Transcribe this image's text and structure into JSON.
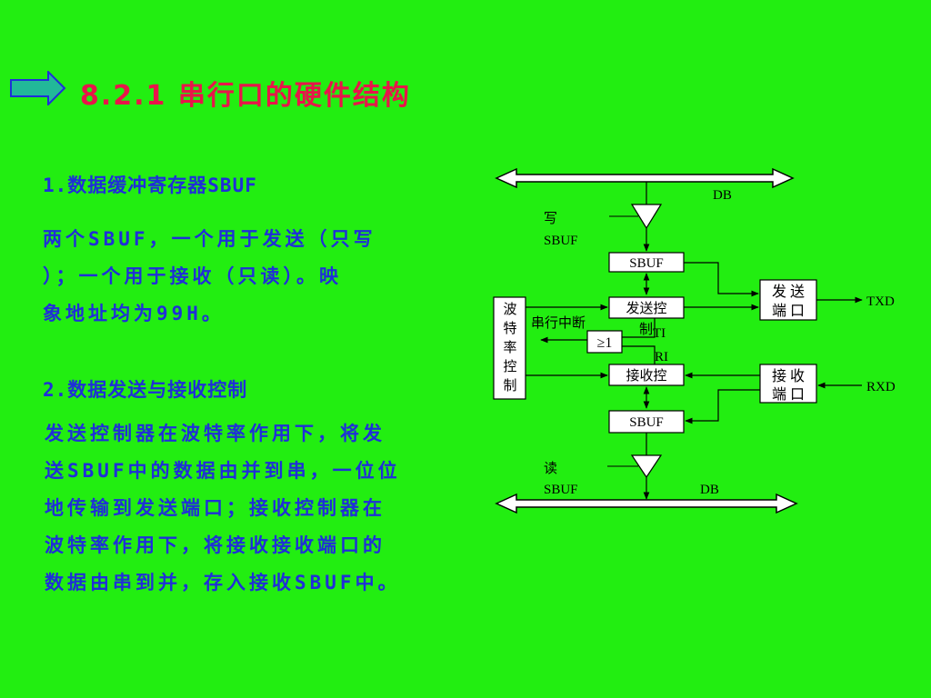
{
  "colors": {
    "background": "#22ee11",
    "title": "#e8154a",
    "body_text": "#1f2fd8",
    "arrow_fill": "#22b899"
  },
  "title": "8.2.1 串行口的硬件结构",
  "section1": {
    "heading": "1.数据缓冲寄存器SBUF",
    "lines": [
      "两个SBUF，一个用于发送（只写",
      "）；一个用于接收（只读）。映",
      "象地址均为99H。"
    ]
  },
  "section2": {
    "heading": "2.数据发送与接收控制",
    "lines": [
      "发送控制器在波特率作用下，将发",
      "送SBUF中的数据由并到串，一位位",
      "地传输到发送端口；接收控制器在",
      "波特率作用下，将接收接收端口的",
      "数据由串到并，存入接收SBUF中。"
    ]
  },
  "diagram": {
    "db_top": "DB",
    "db_bottom": "DB",
    "write_label": [
      "写",
      "SBUF"
    ],
    "read_label": [
      "读",
      "SBUF"
    ],
    "sbuf_send": "SBUF",
    "sbuf_recv": "SBUF",
    "send_ctrl": "发送控",
    "send_ctrl_overflow": "制",
    "recv_ctrl": "接收控",
    "baud_rate": [
      "波",
      "特",
      "率",
      "控",
      "制"
    ],
    "serial_interrupt": "串行中断",
    "or_gate": "≥1",
    "ti": "TI",
    "ri": "RI",
    "tx_port": [
      "发 送",
      "端 口"
    ],
    "rx_port": [
      "接 收",
      "端 口"
    ],
    "txd": "TXD",
    "rxd": "RXD"
  }
}
